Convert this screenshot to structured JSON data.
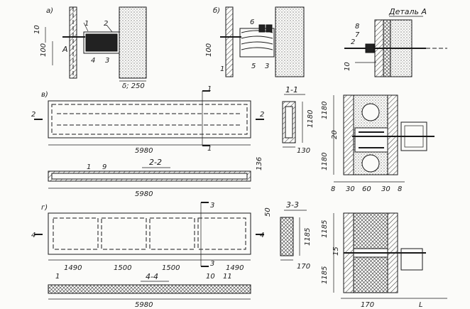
{
  "views": {
    "a": "а)",
    "b": "б)",
    "v": "в)",
    "g": "г)",
    "detail": "Деталь А",
    "a_marker": "А"
  },
  "section_titles": {
    "s11": "1-1",
    "s22": "2-2",
    "s33": "3-3",
    "s44": "4-4"
  },
  "cut_marks": {
    "one": "1",
    "two": "2",
    "three": "3",
    "four": "4"
  },
  "dimensions": {
    "d10": "10",
    "d100": "100",
    "delta250": "δ; 250",
    "d5980": "5980",
    "d1180": "1180",
    "d130": "130",
    "d136": "136",
    "d50": "50",
    "d1185": "1185",
    "d170": "170",
    "d1490": "1490",
    "d1500": "1500",
    "d20": "20",
    "d8": "8",
    "d30": "30",
    "d60": "60",
    "d15": "15",
    "dL": "L"
  },
  "callouts": {
    "c1": "1",
    "c2": "2",
    "c3": "3",
    "c4": "4",
    "c5": "5",
    "c6": "6",
    "c7": "7",
    "c8": "8",
    "c9": "9",
    "c10": "10",
    "c11": "11"
  }
}
